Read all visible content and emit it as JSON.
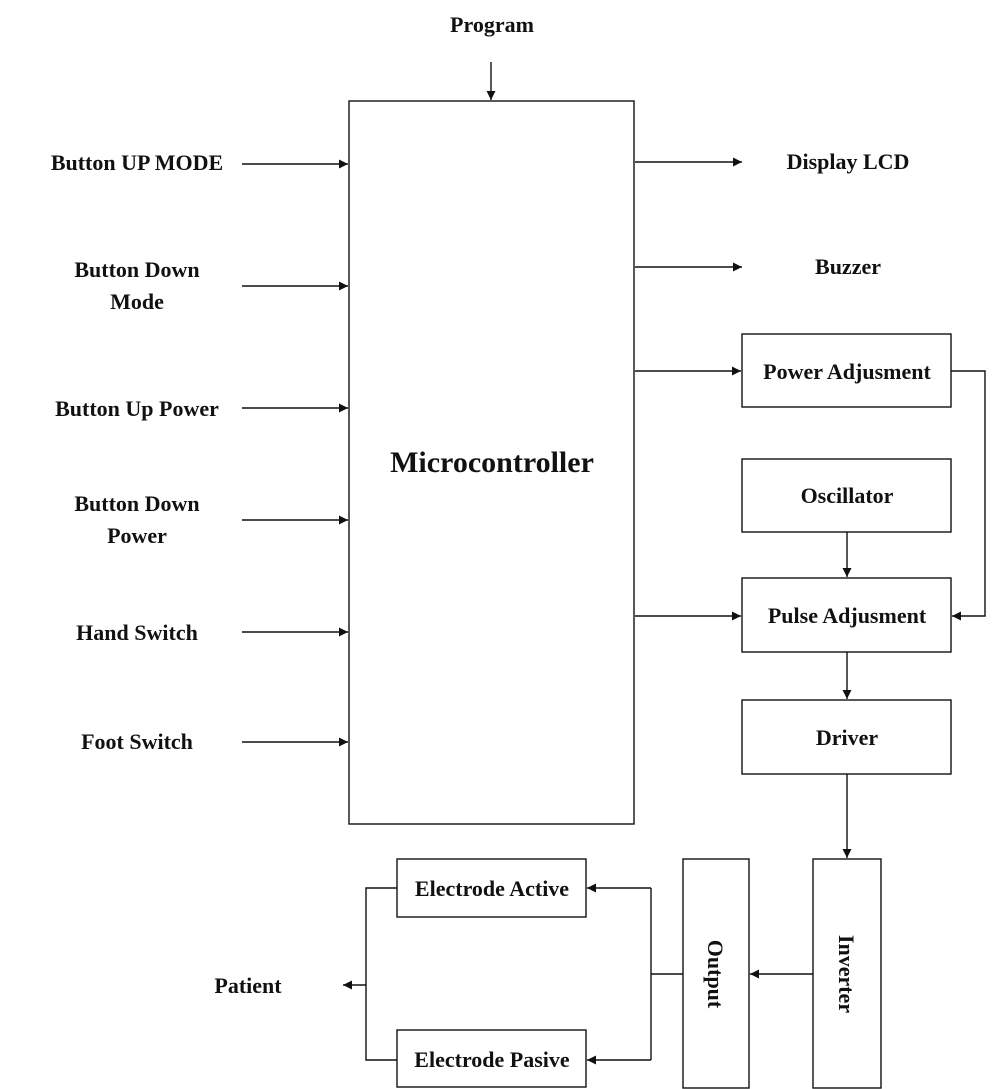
{
  "diagram": {
    "program": "Program",
    "microcontroller": "Microcontroller",
    "inputs": {
      "button_up_mode": "Button UP MODE",
      "button_down_mode_line1": "Button Down",
      "button_down_mode_line2": "Mode",
      "button_up_power": "Button Up Power",
      "button_down_power_line1": "Button Down",
      "button_down_power_line2": "Power",
      "hand_switch": "Hand Switch",
      "foot_switch": "Foot Switch"
    },
    "outputs": {
      "display_lcd": "Display LCD",
      "buzzer": "Buzzer"
    },
    "blocks": {
      "power_adjustment": "Power Adjusment",
      "oscillator": "Oscillator",
      "pulse_adjustment": "Pulse Adjusment",
      "driver": "Driver",
      "inverter": "Inverter",
      "output": "Output",
      "electrode_active": "Electrode Active",
      "electrode_passive": "Electrode Pasive"
    },
    "patient": "Patient"
  }
}
